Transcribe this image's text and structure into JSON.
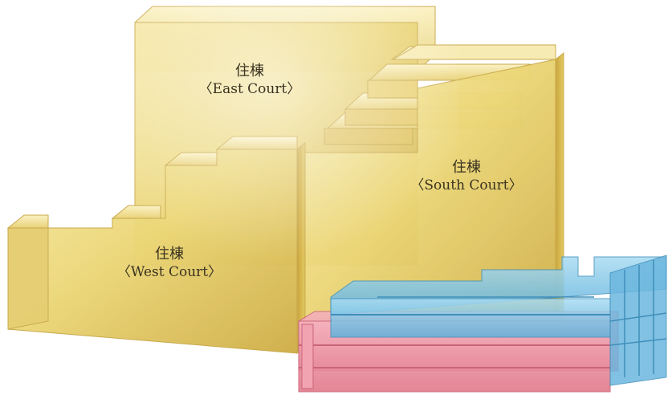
{
  "blocks": {
    "east": {
      "name_jp": "住棟",
      "name_en": "〈East Court〉"
    },
    "south": {
      "name_jp": "住棟",
      "name_en": "〈South Court〉"
    },
    "west": {
      "name_jp": "住棟",
      "name_en": "〈West Court〉"
    }
  },
  "colors": {
    "residential": "#e8cf6a",
    "residential_dark": "#b7962c",
    "upper_podium": "#7ec4e6",
    "lower_podium": "#e98a9a"
  }
}
